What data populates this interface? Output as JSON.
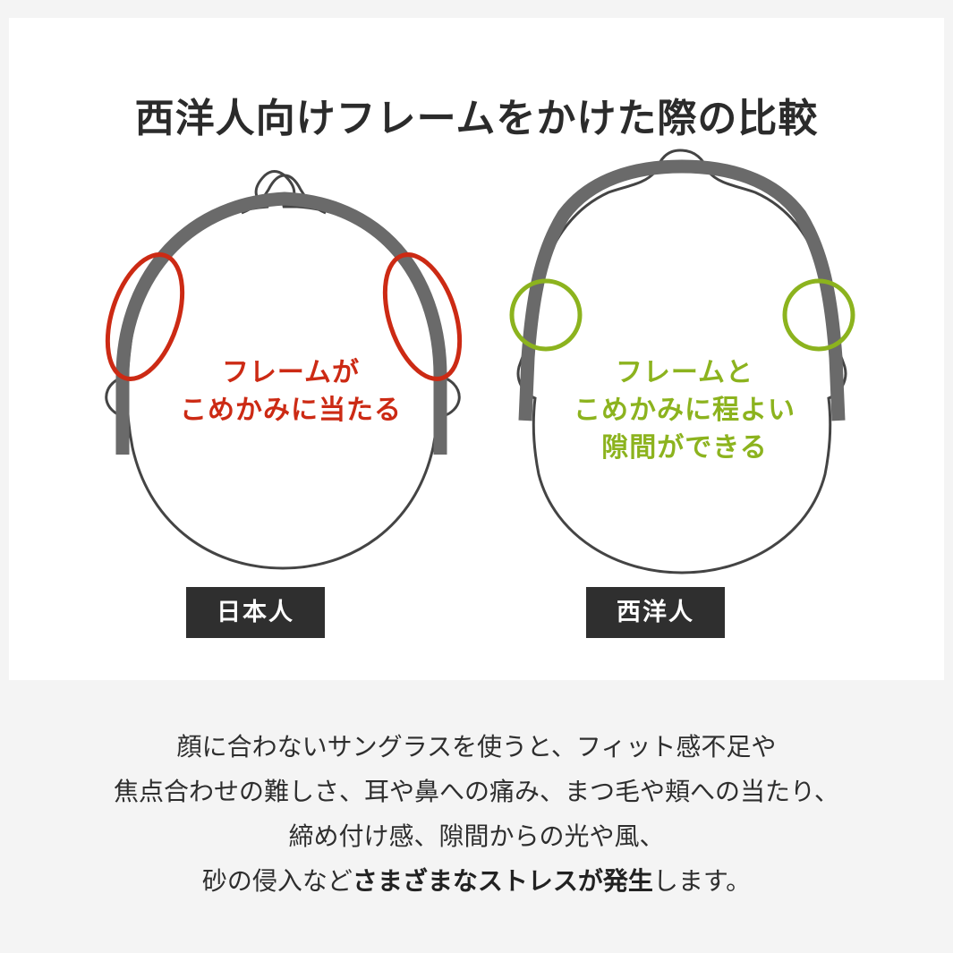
{
  "title": "西洋人向けフレームをかけた際の比較",
  "colors": {
    "background": "#f4f4f4",
    "card": "#ffffff",
    "frame": "#666666",
    "outline": "#444444",
    "bad": "#cc2a14",
    "good": "#8cb31e",
    "label_bg": "#2f2f2f",
    "label_text": "#ffffff"
  },
  "panels": [
    {
      "id": "japanese",
      "label": "日本人",
      "callout_lines": [
        "フレームが",
        "こめかみに当たる"
      ],
      "callout_color": "#cc2a14",
      "marker_shape": "ellipse"
    },
    {
      "id": "western",
      "label": "西洋人",
      "callout_lines": [
        "フレームと",
        "こめかみに程よい",
        "隙間ができる"
      ],
      "callout_color": "#8cb31e",
      "marker_shape": "circle"
    }
  ],
  "description": {
    "lines": [
      "顔に合わないサングラスを使うと、フィット感不足や",
      "焦点合わせの難しさ、耳や鼻への痛み、まつ毛や頬への当たり、",
      "締め付け感、隙間からの光や風、"
    ],
    "last_line_prefix": "砂の侵入など",
    "last_line_bold": "さまざまなストレスが発生",
    "last_line_suffix": "します。"
  }
}
